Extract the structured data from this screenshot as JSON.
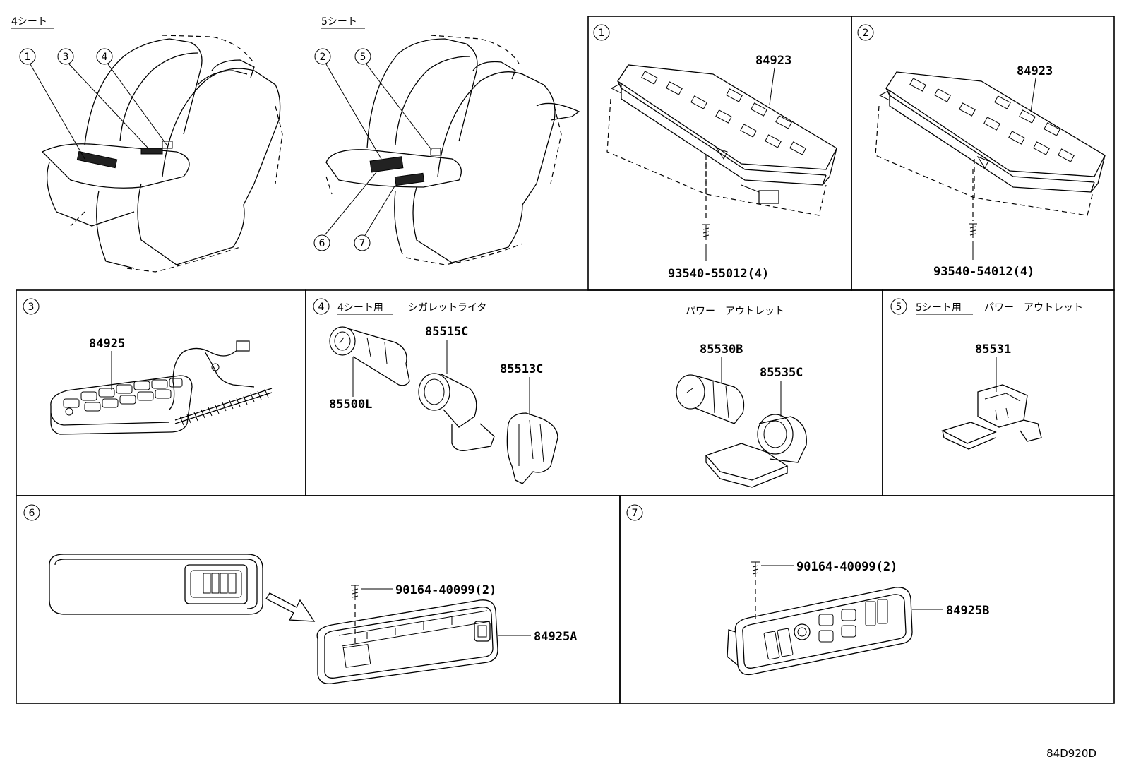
{
  "overview": {
    "seat4_title": "4シート",
    "seat5_title": "5シート",
    "seat4_callouts": [
      "1",
      "3",
      "4"
    ],
    "seat5_callouts": [
      "2",
      "5",
      "6",
      "7"
    ]
  },
  "panels": {
    "p1": {
      "num": "1",
      "part_top": "84923",
      "part_screw": "93540-55012(4)"
    },
    "p2": {
      "num": "2",
      "part_top": "84923",
      "part_screw": "93540-54012(4)"
    },
    "p3": {
      "num": "3",
      "part": "84925"
    },
    "p4": {
      "num": "4",
      "usage": "4シート用",
      "lighter_title": "シガレットライタ",
      "outlet_title": "パワー　アウトレット",
      "parts": [
        "85500L",
        "85515C",
        "85513C",
        "85530B",
        "85535C"
      ]
    },
    "p5": {
      "num": "5",
      "usage": "5シート用",
      "title": "パワー　アウトレット",
      "part": "85531"
    },
    "p6": {
      "num": "6",
      "part_screw": "90164-40099(2)",
      "part_main": "84925A"
    },
    "p7": {
      "num": "7",
      "part_screw": "90164-40099(2)",
      "part_main": "84925B"
    }
  },
  "diagram_code": "84D920D"
}
